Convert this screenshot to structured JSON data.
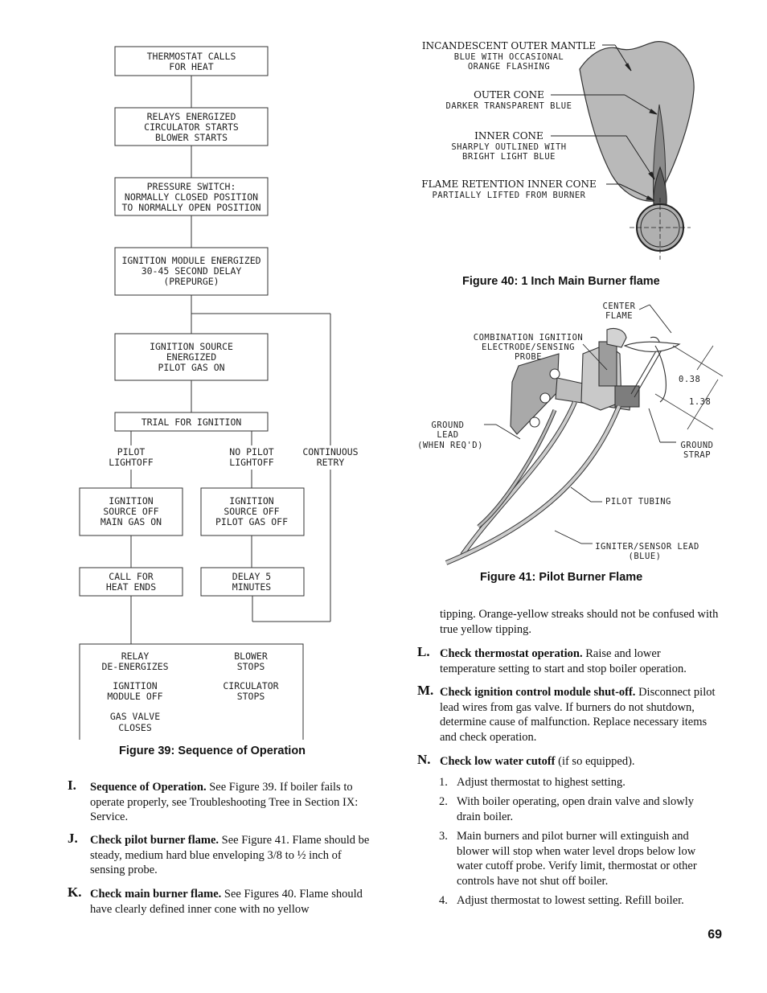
{
  "flowchart": {
    "box1": [
      "THERMOSTAT CALLS",
      "FOR HEAT"
    ],
    "box2": [
      "RELAYS ENERGIZED",
      "CIRCULATOR STARTS",
      "BLOWER STARTS"
    ],
    "box3": [
      "PRESSURE SWITCH:",
      "NORMALLY CLOSED POSITION",
      "TO NORMALLY OPEN POSITION"
    ],
    "box4": [
      "IGNITION MODULE ENERGIZED",
      "30-45 SECOND DELAY",
      "(PREPURGE)"
    ],
    "box5": [
      "IGNITION SOURCE",
      "ENERGIZED",
      "PILOT GAS ON"
    ],
    "box6": [
      "TRIAL FOR IGNITION"
    ],
    "branch_left": [
      "PILOT",
      "LIGHTOFF"
    ],
    "branch_mid": [
      "NO PILOT",
      "LIGHTOFF"
    ],
    "branch_right": [
      "CONTINUOUS",
      "RETRY"
    ],
    "box7": [
      "IGNITION",
      "SOURCE OFF",
      "MAIN GAS ON"
    ],
    "box8": [
      "IGNITION",
      "SOURCE OFF",
      "PILOT GAS OFF"
    ],
    "box9": [
      "CALL FOR",
      "HEAT ENDS"
    ],
    "box10": [
      "DELAY 5",
      "MINUTES"
    ],
    "final_left": [
      "RELAY",
      "DE-ENERGIZES",
      "IGNITION",
      "MODULE OFF",
      "GAS VALVE",
      "CLOSES"
    ],
    "final_right": [
      "BLOWER",
      "STOPS",
      "CIRCULATOR",
      "STOPS"
    ]
  },
  "fig39_caption": "Figure 39:  Sequence of Operation",
  "fig40": {
    "caption": "Figure 40:  1 Inch Main Burner flame",
    "labels": [
      {
        "title": "INCANDESCENT OUTER MANTLE",
        "sub": [
          "BLUE WITH OCCASIONAL",
          "ORANGE FLASHING"
        ]
      },
      {
        "title": "OUTER CONE",
        "sub": [
          "DARKER TRANSPARENT BLUE"
        ]
      },
      {
        "title": "INNER CONE",
        "sub": [
          "SHARPLY OUTLINED WITH",
          "BRIGHT LIGHT BLUE"
        ]
      },
      {
        "title": "FLAME RETENTION INNER CONE",
        "sub": [
          "PARTIALLY LIFTED FROM BURNER"
        ]
      }
    ]
  },
  "fig41": {
    "caption": "Figure 41:  Pilot Burner Flame",
    "center_flame": [
      "CENTER",
      "FLAME"
    ],
    "probe": [
      "COMBINATION IGNITION",
      "ELECTRODE/SENSING",
      "PROBE"
    ],
    "dim1": "0.38",
    "dim2": "1.38",
    "ground_lead": [
      "GROUND",
      "LEAD",
      "(WHEN REQ'D)"
    ],
    "ground_strap": [
      "GROUND",
      "STRAP"
    ],
    "pilot_tubing": "PILOT TUBING",
    "igniter_lead": [
      "IGNITER/SENSOR LEAD",
      "(BLUE)"
    ]
  },
  "items": {
    "I": {
      "letter": "I.",
      "bold": "Sequence of Operation.",
      "text": " See Figure 39. If boiler fails to operate properly, see Troubleshooting Tree in Section IX:  Service."
    },
    "J": {
      "letter": "J.",
      "bold": "Check pilot burner flame.",
      "text": " See Figure 41. Flame should be steady, medium hard blue enveloping 3/8 to ½ inch of sensing probe."
    },
    "K": {
      "letter": "K.",
      "bold": "Check main burner flame.",
      "text": " See Figures 40.  Flame should have clearly defined inner cone with no yellow"
    },
    "K_cont": "tipping. Orange-yellow streaks should not be confused with true yellow tipping.",
    "L": {
      "letter": "L.",
      "bold": "Check thermostat operation.",
      "text": " Raise and lower temperature setting to start and stop boiler operation."
    },
    "M": {
      "letter": "M.",
      "bold": "Check ignition control module shut-off.",
      "text": " Disconnect pilot lead wires from gas valve.  If burners do not shutdown, determine cause of malfunction.  Replace necessary items and check operation."
    },
    "N": {
      "letter": "N.",
      "bold": "Check low water cutoff",
      "text": " (if so equipped)."
    }
  },
  "steps": [
    {
      "n": "1.",
      "text": "Adjust thermostat to highest setting."
    },
    {
      "n": "2.",
      "text": "With boiler operating, open drain valve and slowly drain boiler."
    },
    {
      "n": "3.",
      "text": "Main burners and pilot burner will extinguish and blower will stop when water level drops below low water cutoff probe. Verify limit, thermostat or other controls have not shut off boiler."
    },
    {
      "n": "4.",
      "text": "Adjust thermostat to lowest setting. Refill boiler."
    }
  ],
  "page_number": "69"
}
